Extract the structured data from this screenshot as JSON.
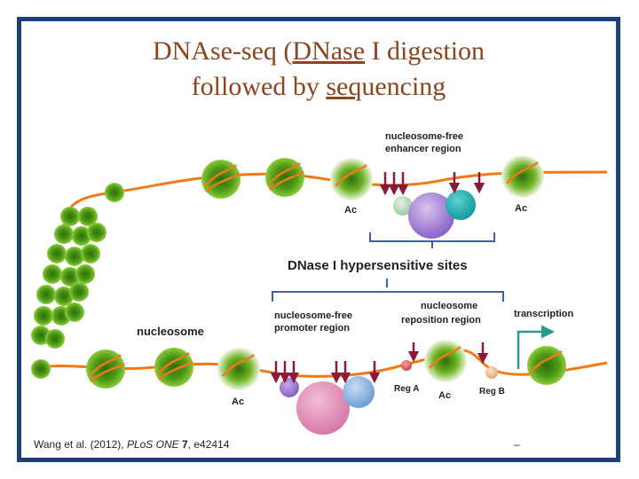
{
  "title": {
    "line1_prefix": "DNAse-seq (",
    "line1_underlined": "DNase",
    "line1_suffix": " I digestion",
    "line2_prefix": "followed by ",
    "line2_underlined": "seq",
    "line2_suffix": "uencing"
  },
  "labels": {
    "enhancer_line1": "nucleosome-free",
    "enhancer_line2": "enhancer region",
    "ac_1": "Ac",
    "ac_2": "Ac",
    "ac_3": "Ac",
    "ac_4": "Ac",
    "dnase_sites": "DNase I hypersensitive sites",
    "promoter_line1": "nucleosome-free",
    "promoter_line2": "promoter region",
    "reposition_line1": "nucleosome",
    "reposition_line2": "reposition region",
    "transcription": "transcription",
    "nucleosome": "nucleosome",
    "reg_a": "Reg A",
    "reg_b": "Reg B"
  },
  "citation": {
    "authors": "Wang et al. (2012), ",
    "journal": "PLoS ONE",
    "volume": " 7",
    "pages": ", e42414"
  },
  "footer_dash": "–",
  "colors": {
    "frame": "#1f3f7a",
    "title": "#8a4420",
    "dna": "#f07a1a",
    "nucleosome": "#5ea41c",
    "arrow": "#8b1a3a",
    "bracket": "#3a63a8",
    "transcription_arrow": "#2a9a8a"
  }
}
